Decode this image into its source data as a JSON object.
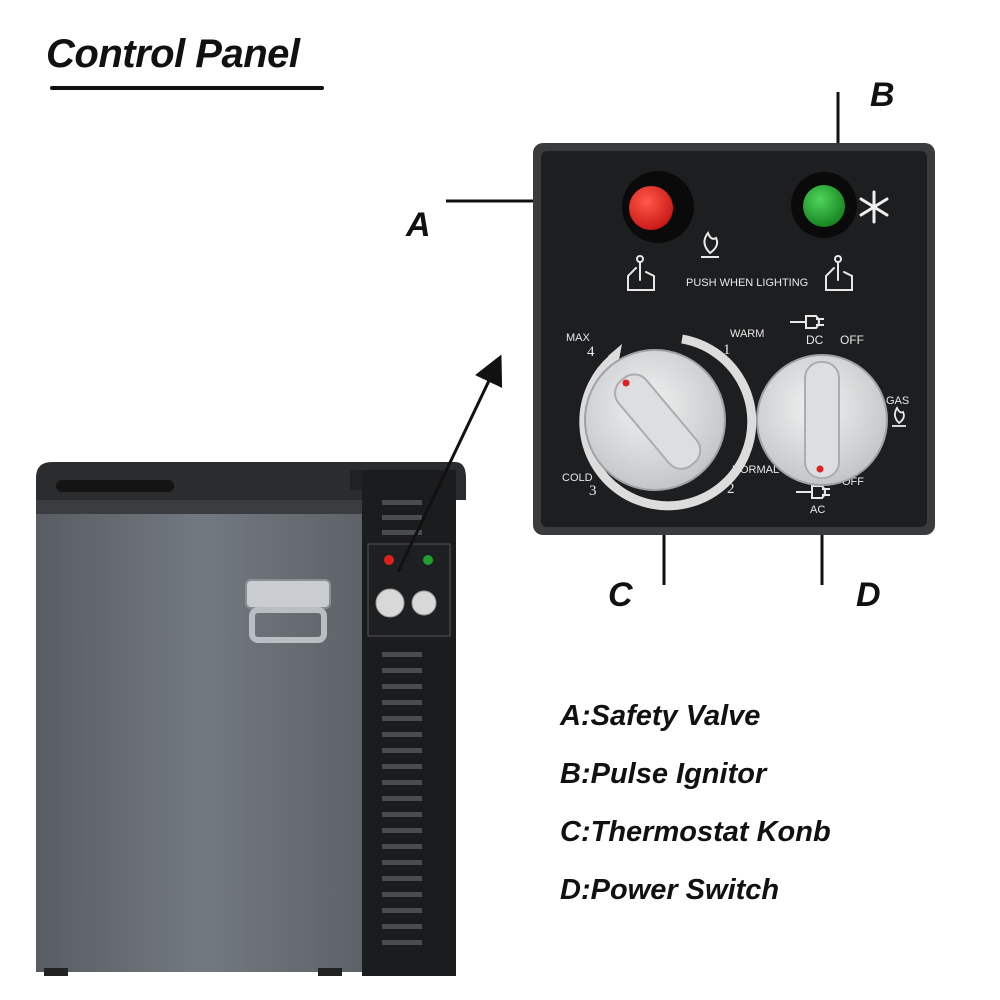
{
  "heading": "Control Panel",
  "callouts": {
    "a": "A",
    "b": "B",
    "c": "C",
    "d": "D"
  },
  "legend": [
    "A:Safety Valve",
    "B:Pulse Ignitor",
    "C:Thermostat Konb",
    "D:Power Switch"
  ],
  "panel": {
    "push_when_lighting": "PUSH WHEN LIGHTING",
    "thermostat": {
      "max_label": "MAX",
      "max_num": "4",
      "warm_label": "WARM",
      "warm_num": "1",
      "cold_label": "COLD",
      "cold_num": "3",
      "normal_label": "NORMAL",
      "normal_num": "2"
    },
    "power": {
      "dc_label": "DC",
      "off_top": "OFF",
      "gas_label": "GAS",
      "off_bottom": "OFF",
      "ac_label": "AC"
    }
  },
  "colors": {
    "panel_bg": "#1d1e20",
    "fridge_body": "#6b7076",
    "lid": "#2a2b2d",
    "red_button": "#e02020",
    "green_button": "#20a030"
  },
  "icons": [
    "flame-icon",
    "snowflake-icon",
    "hand-push-icon",
    "plug-icon"
  ]
}
